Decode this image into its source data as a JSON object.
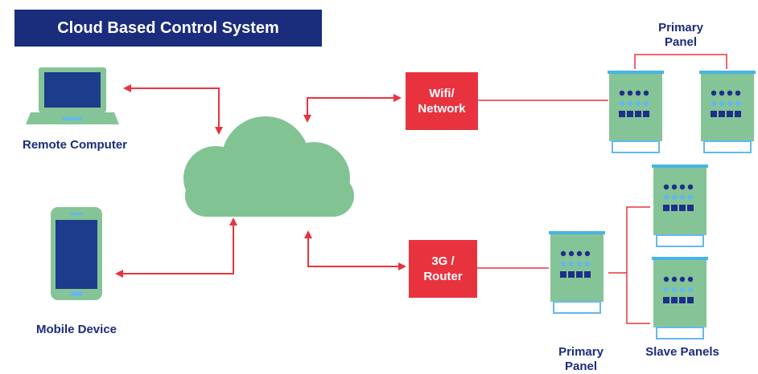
{
  "title": "Cloud Based Control System",
  "nodes": {
    "remote_computer": "Remote Computer",
    "mobile_device": "Mobile Device",
    "wifi_network": "Wifi/ Network",
    "router": "3G / Router",
    "primary_panel_top": "Primary Panel",
    "primary_panel_bottom": "Primary Panel",
    "slave_panels": "Slave Panels"
  },
  "colors": {
    "title_bg": "#1a2c7c",
    "label_text": "#1a2c7c",
    "network_box": "#e8333f",
    "cloud": "#82c394",
    "panel_body": "#85c496",
    "panel_top": "#47b4e4",
    "dot_dark": "#1c2f8a",
    "dot_light": "#63b8ee",
    "arrow": "#e8333f",
    "device_blue": "#1c3c8c"
  },
  "icons": [
    "laptop-icon",
    "smartphone-icon",
    "cloud-icon",
    "control-panel-icon"
  ]
}
